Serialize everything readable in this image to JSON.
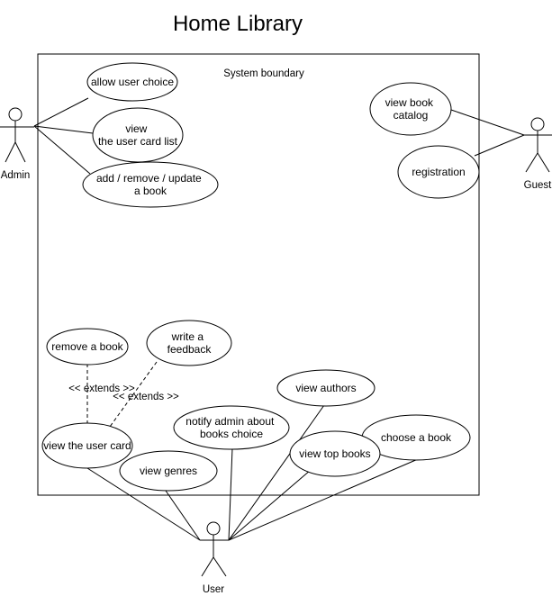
{
  "title": "Home Library",
  "boundary_label": "System boundary",
  "actors": {
    "admin": "Admin",
    "guest": "Guest",
    "user": "User"
  },
  "use_cases": {
    "allow_user_choice": [
      "allow user choice"
    ],
    "view_user_card_list": [
      "view",
      "the user card list"
    ],
    "add_remove_update_book": [
      "add / remove / update",
      "a book"
    ],
    "view_book_catalog": [
      "view book",
      "catalog"
    ],
    "registration": [
      "registration"
    ],
    "remove_a_book": [
      "remove a book"
    ],
    "write_a_feedback": [
      "write a",
      "feedback"
    ],
    "view_the_user_card": [
      "view the user card"
    ],
    "view_genres": [
      "view genres"
    ],
    "notify_admin": [
      "notify admin about",
      "books choice"
    ],
    "view_authors": [
      "view authors"
    ],
    "view_top_books": [
      "view top books"
    ],
    "choose_a_book": [
      "choose a book"
    ]
  },
  "extends_labels": {
    "remove_book": "<< extends >>",
    "write_feedback": "<< extends >>"
  }
}
